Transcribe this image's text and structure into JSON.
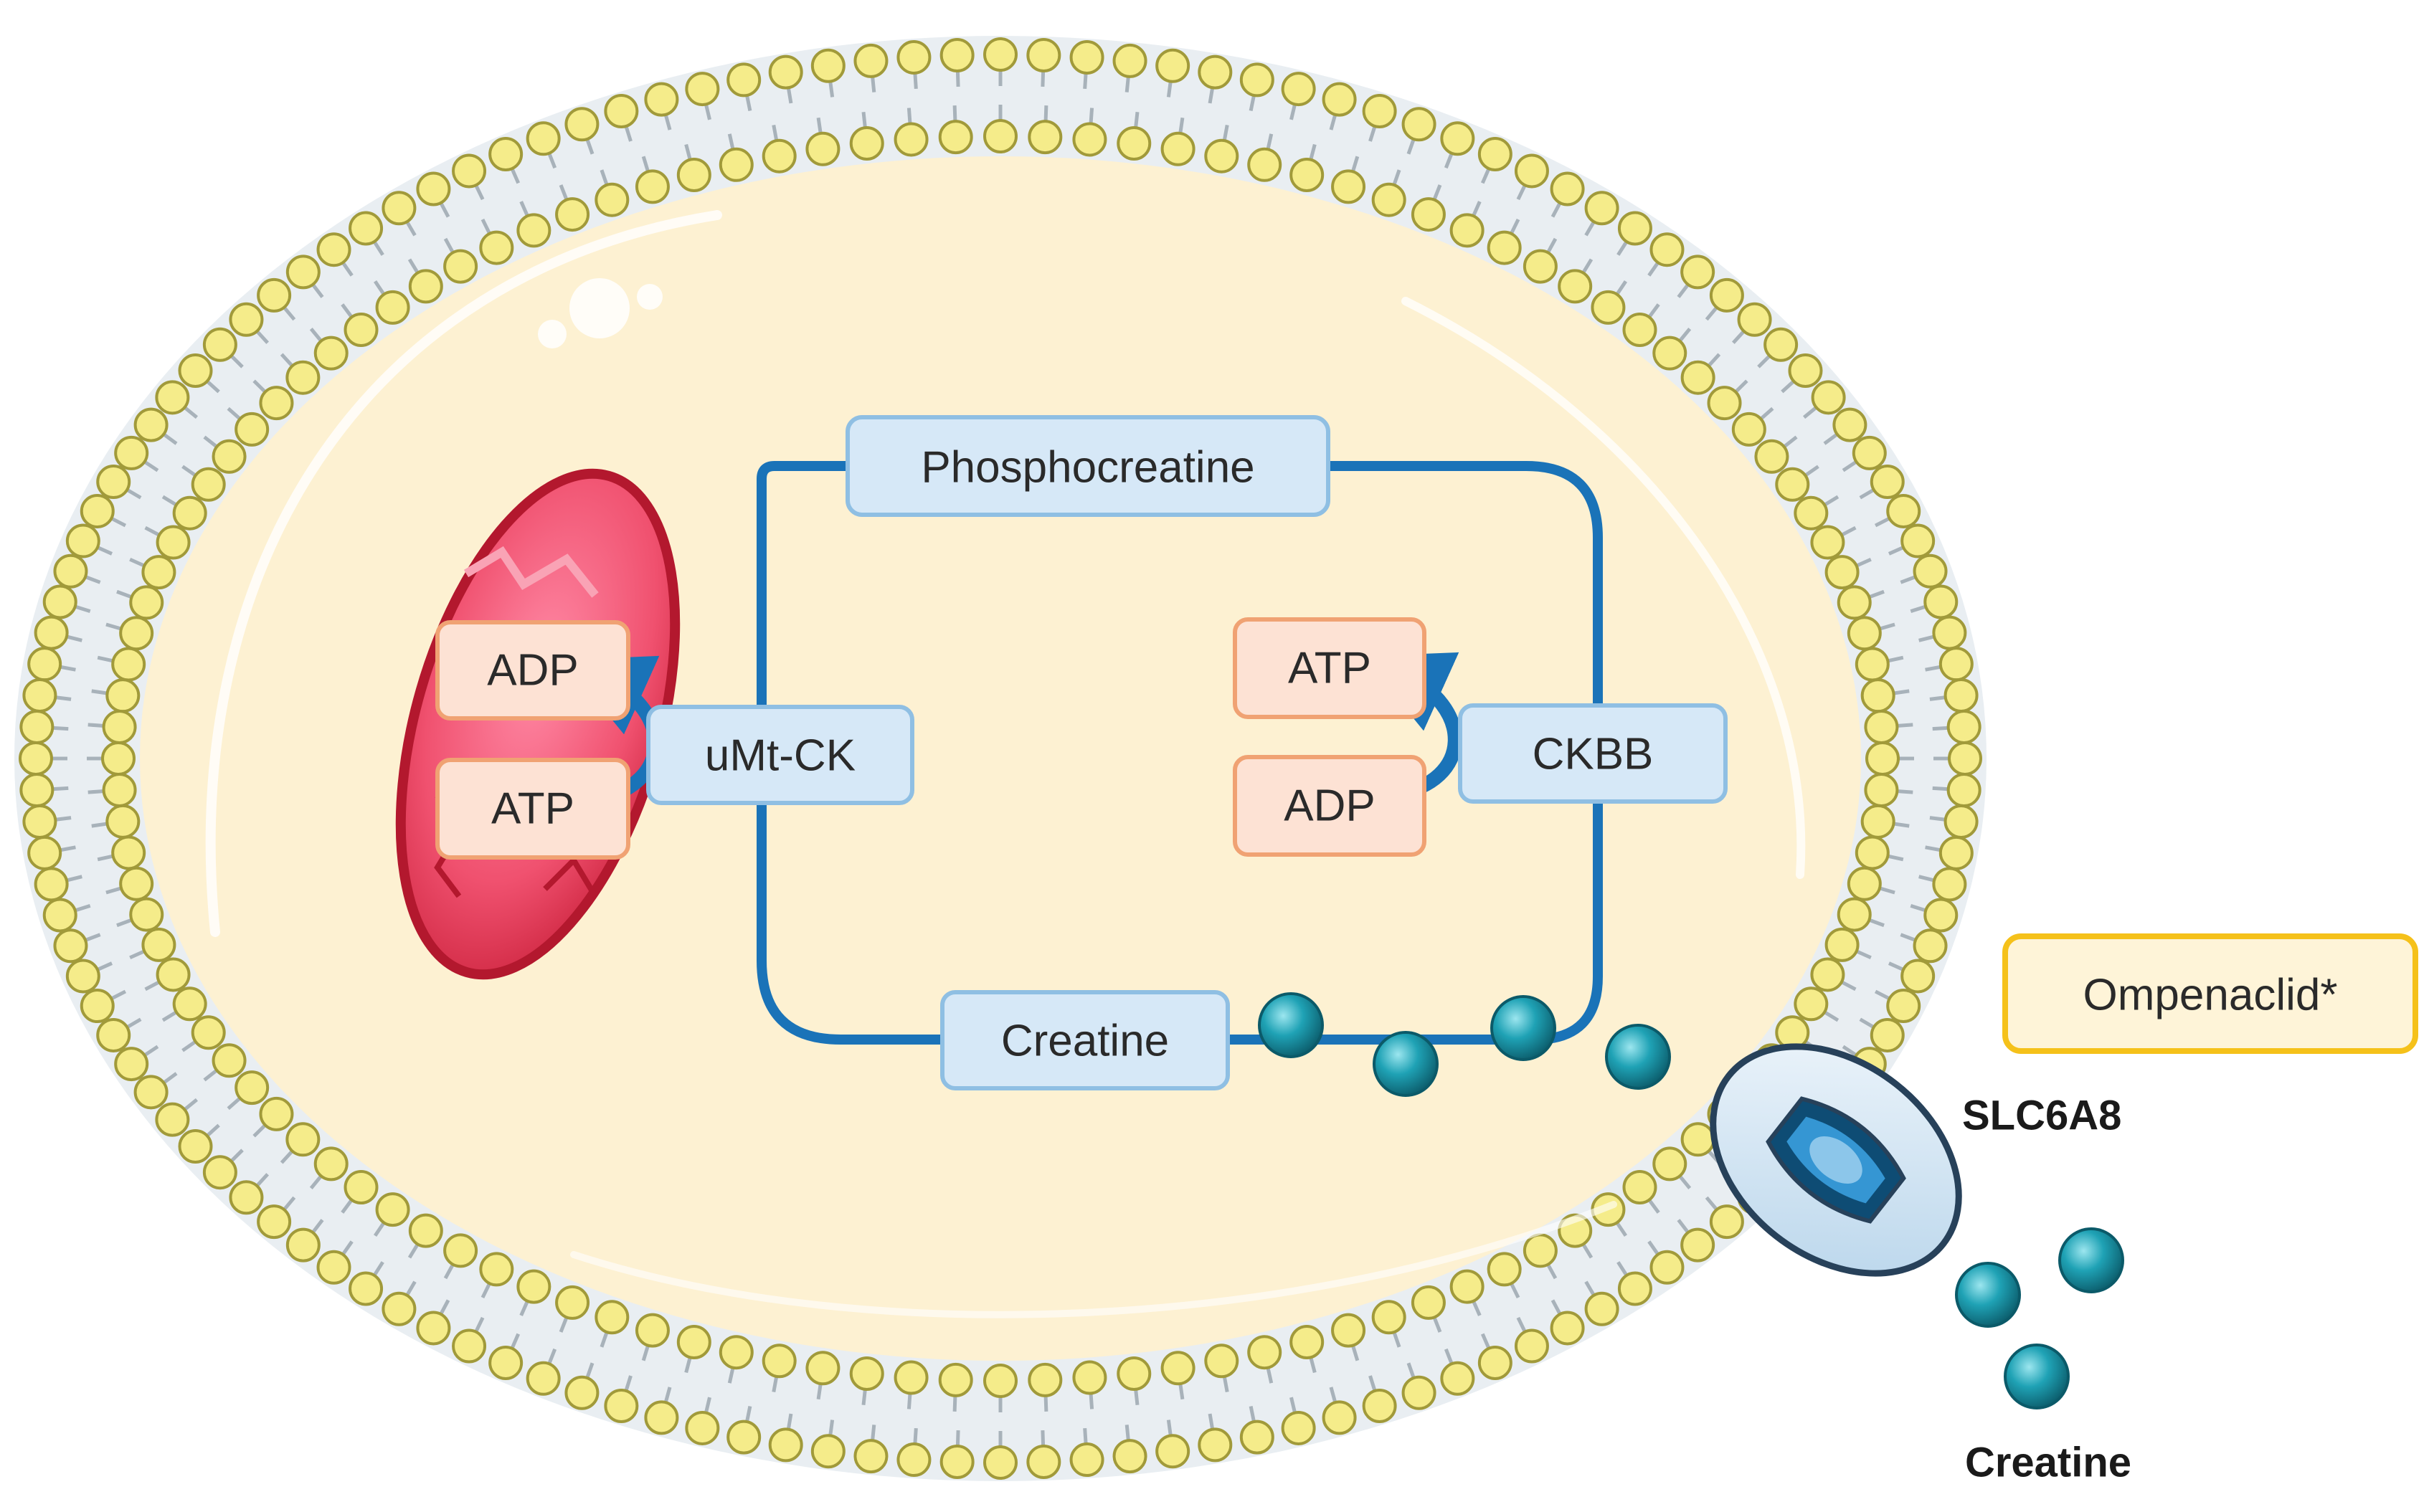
{
  "diagram": {
    "nodes": {
      "phosphocreatine": "Phosphocreatine",
      "creatine_inside": "Creatine",
      "umt_ck": "uMt-CK",
      "ckbb": "CKBB",
      "mito_adp": "ADP",
      "mito_atp": "ATP",
      "cyto_atp": "ATP",
      "cyto_adp": "ADP",
      "drug": "Ompenaclid*",
      "transporter": "SLC6A8",
      "creatine_outside": "Creatine"
    },
    "colors": {
      "cytoplasm": "#fdf1d2",
      "lipid_head": "#f5ec8a",
      "lipid_head_stroke": "#a19a3a",
      "cycle_line": "#1a73b8",
      "enzyme_fill": "#d6e8f7",
      "enzyme_stroke": "#8fbfe3",
      "nucleotide_fill": "#fde2d4",
      "nucleotide_stroke": "#f0a273",
      "drug_fill": "#fef4d8",
      "drug_stroke": "#f5c11a",
      "mitochondrion": "#e8425f",
      "creatine_molecule": "#16899c"
    },
    "icons": [
      "mitochondrion-icon",
      "transporter-icon",
      "creatine-molecule-icon",
      "lipid-bilayer-icon"
    ]
  }
}
